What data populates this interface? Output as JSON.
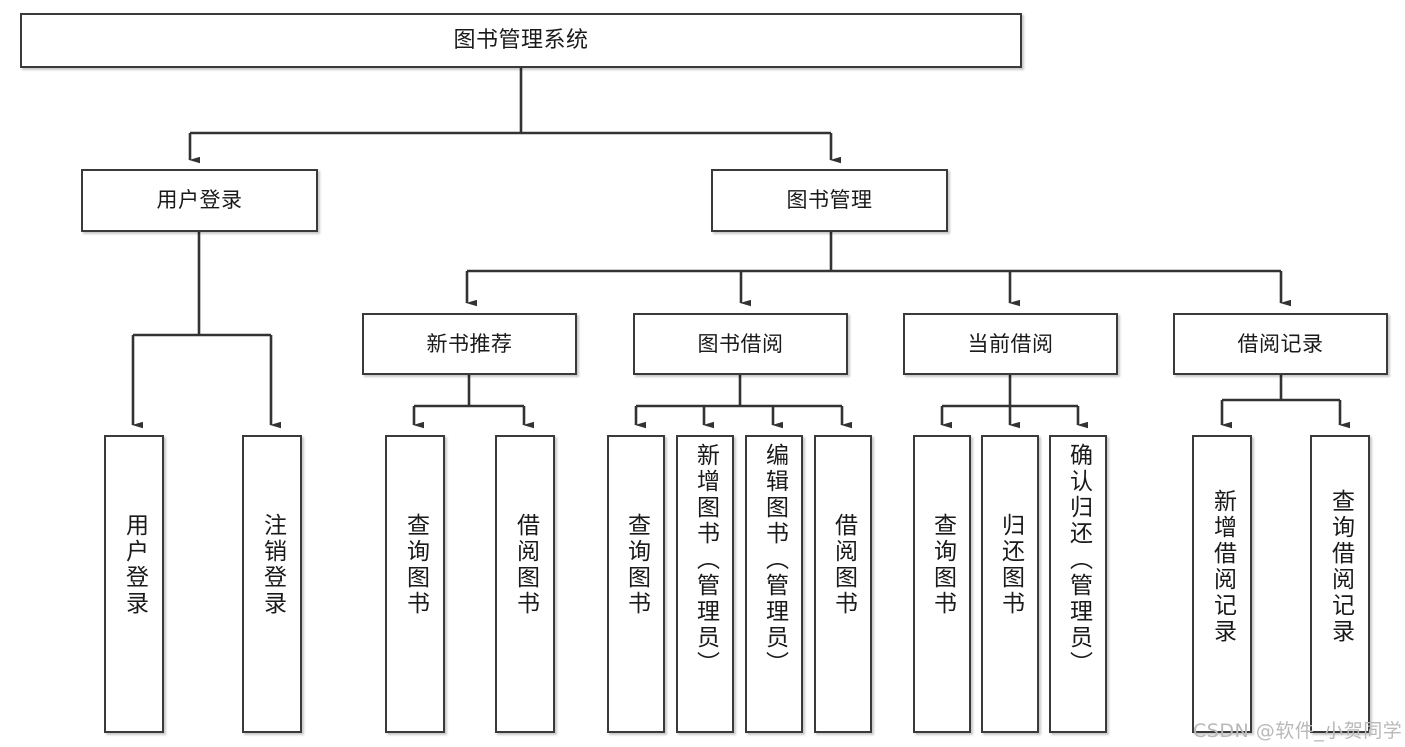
{
  "diagram": {
    "title": "图书管理系统",
    "type": "hierarchy-tree",
    "watermark": "CSDN @软件_小贺同学",
    "colors": {
      "box_border": "#3a3a3a",
      "box_fill": "#ffffff",
      "connector": "#333333",
      "text": "#1a1a1a",
      "watermark": "#b9b9b9"
    },
    "nodes": {
      "root": {
        "label": "图书管理系统",
        "level": 1
      },
      "l2": [
        {
          "id": "user-login",
          "label": "用户登录",
          "level": 2
        },
        {
          "id": "book-manage",
          "label": "图书管理",
          "level": 2
        }
      ],
      "l3": [
        {
          "id": "new-book-rec",
          "label": "新书推荐",
          "level": 3,
          "parent": "book-manage"
        },
        {
          "id": "book-borrow",
          "label": "图书借阅",
          "level": 3,
          "parent": "book-manage"
        },
        {
          "id": "current-borrow",
          "label": "当前借阅",
          "level": 3,
          "parent": "book-manage"
        },
        {
          "id": "borrow-record",
          "label": "借阅记录",
          "level": 3,
          "parent": "book-manage"
        }
      ],
      "leaves": [
        {
          "id": "leaf-user-login",
          "label": "用户登录",
          "parent": "user-login"
        },
        {
          "id": "leaf-user-logout",
          "label": "注销登录",
          "parent": "user-login"
        },
        {
          "id": "leaf-query-book-rec",
          "label": "查询图书",
          "parent": "new-book-rec"
        },
        {
          "id": "leaf-borrow-book-rec",
          "label": "借阅图书",
          "parent": "new-book-rec"
        },
        {
          "id": "leaf-query-book-bb",
          "label": "查询图书",
          "parent": "book-borrow"
        },
        {
          "id": "leaf-add-book",
          "label": "新增图书（管理员）",
          "parent": "book-borrow"
        },
        {
          "id": "leaf-edit-book",
          "label": "编辑图书（管理员）",
          "parent": "book-borrow"
        },
        {
          "id": "leaf-borrow-book-bb",
          "label": "借阅图书",
          "parent": "book-borrow"
        },
        {
          "id": "leaf-query-book-cb",
          "label": "查询图书",
          "parent": "current-borrow"
        },
        {
          "id": "leaf-return-book",
          "label": "归还图书",
          "parent": "current-borrow"
        },
        {
          "id": "leaf-confirm-return",
          "label": "确认归还（管理员）",
          "parent": "current-borrow"
        },
        {
          "id": "leaf-add-record",
          "label": "新增借阅记录",
          "parent": "borrow-record"
        },
        {
          "id": "leaf-query-record",
          "label": "查询借阅记录",
          "parent": "borrow-record"
        }
      ]
    }
  }
}
